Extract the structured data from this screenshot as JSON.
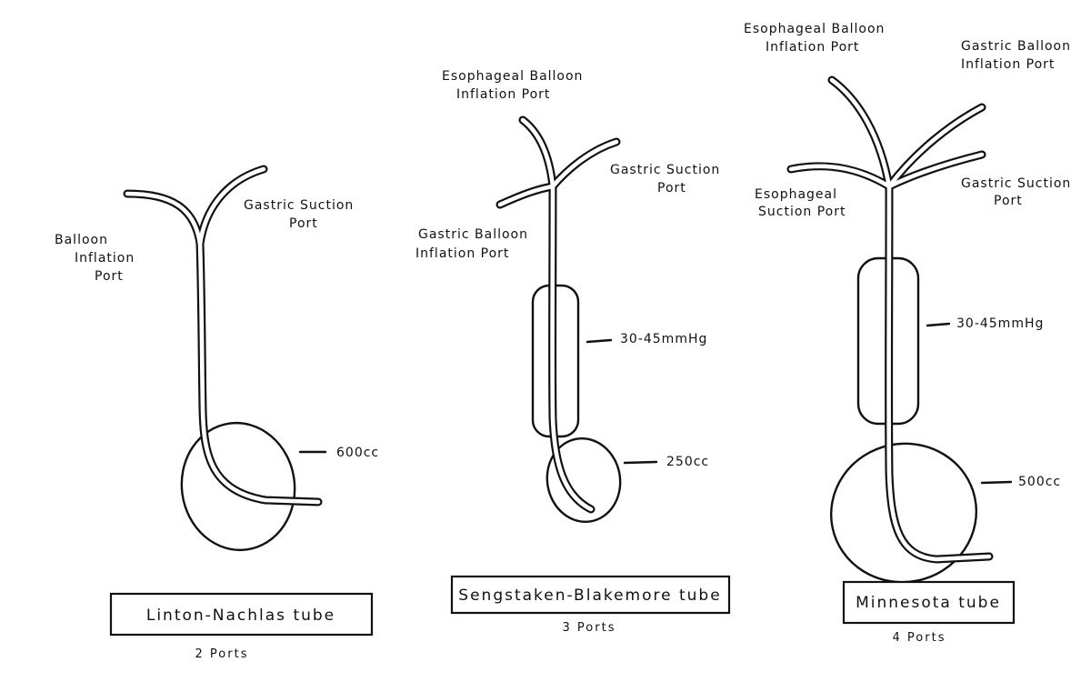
{
  "diagrams": [
    {
      "title": "Linton-Nachlas tube",
      "ports_caption": "2 Ports",
      "labels": {
        "port_a": [
          "Balloon",
          "Inflation",
          "Port"
        ],
        "port_b": [
          "Gastric Suction",
          "Port"
        ],
        "gastric_volume": "600cc"
      }
    },
    {
      "title": "Sengstaken-Blakemore tube",
      "ports_caption": "3 Ports",
      "labels": {
        "port_a": [
          "Esophageal Balloon",
          "Inflation Port"
        ],
        "port_b": [
          "Gastric Suction",
          "Port"
        ],
        "port_c": [
          "Gastric Balloon",
          "Inflation Port"
        ],
        "esophageal_pressure": "30-45mmHg",
        "gastric_volume": "250cc"
      }
    },
    {
      "title": "Minnesota tube",
      "ports_caption": "4 Ports",
      "labels": {
        "port_a": [
          "Esophageal Balloon",
          "Inflation Port"
        ],
        "port_b": [
          "Gastric Balloon",
          "Inflation Port"
        ],
        "port_c": [
          "Esophageal",
          "Suction Port"
        ],
        "port_d": [
          "Gastric Suction",
          "Port"
        ],
        "esophageal_pressure": "30-45mmHg",
        "gastric_volume": "500cc"
      }
    }
  ]
}
